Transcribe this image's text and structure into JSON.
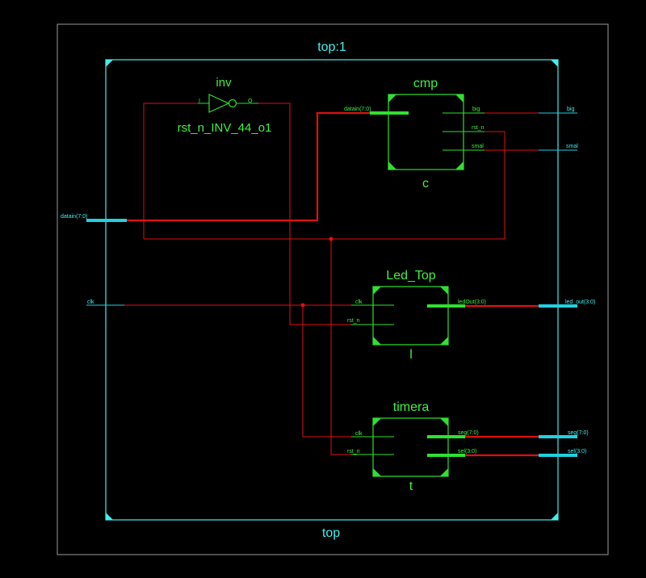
{
  "design": {
    "instance_title": "top:1",
    "module_name": "top"
  },
  "inverter": {
    "type": "inv",
    "instance": "rst_n_INV_44_o1",
    "pin_in": "I",
    "pin_out": "O"
  },
  "cmp": {
    "title": "cmp",
    "instance": "c",
    "pin_in": "datain(7:0)",
    "pin_big": "big",
    "pin_rst": "rst_n",
    "pin_smal": "smal"
  },
  "led_top": {
    "title": "Led_Top",
    "instance": "l",
    "pin_clk": "clk",
    "pin_rst": "rst_n",
    "pin_out": "ledOut(3:0)"
  },
  "timera": {
    "title": "timera",
    "instance": "t",
    "pin_clk": "clk",
    "pin_rst": "rst_n",
    "pin_seg": "seg(7:0)",
    "pin_sel": "sel(3:0)"
  },
  "ports": {
    "datain": "datain(7:0)",
    "clk": "clk",
    "big": "big",
    "smal": "smal",
    "led_out": "led_out(3:0)",
    "seg": "seg(7:0)",
    "sel": "sel(3:0)"
  },
  "colors": {
    "background": "#000000",
    "frame": "#ffffff",
    "module_border": "#3ff0f0",
    "block": "#30e030",
    "wire": "#e01010"
  }
}
